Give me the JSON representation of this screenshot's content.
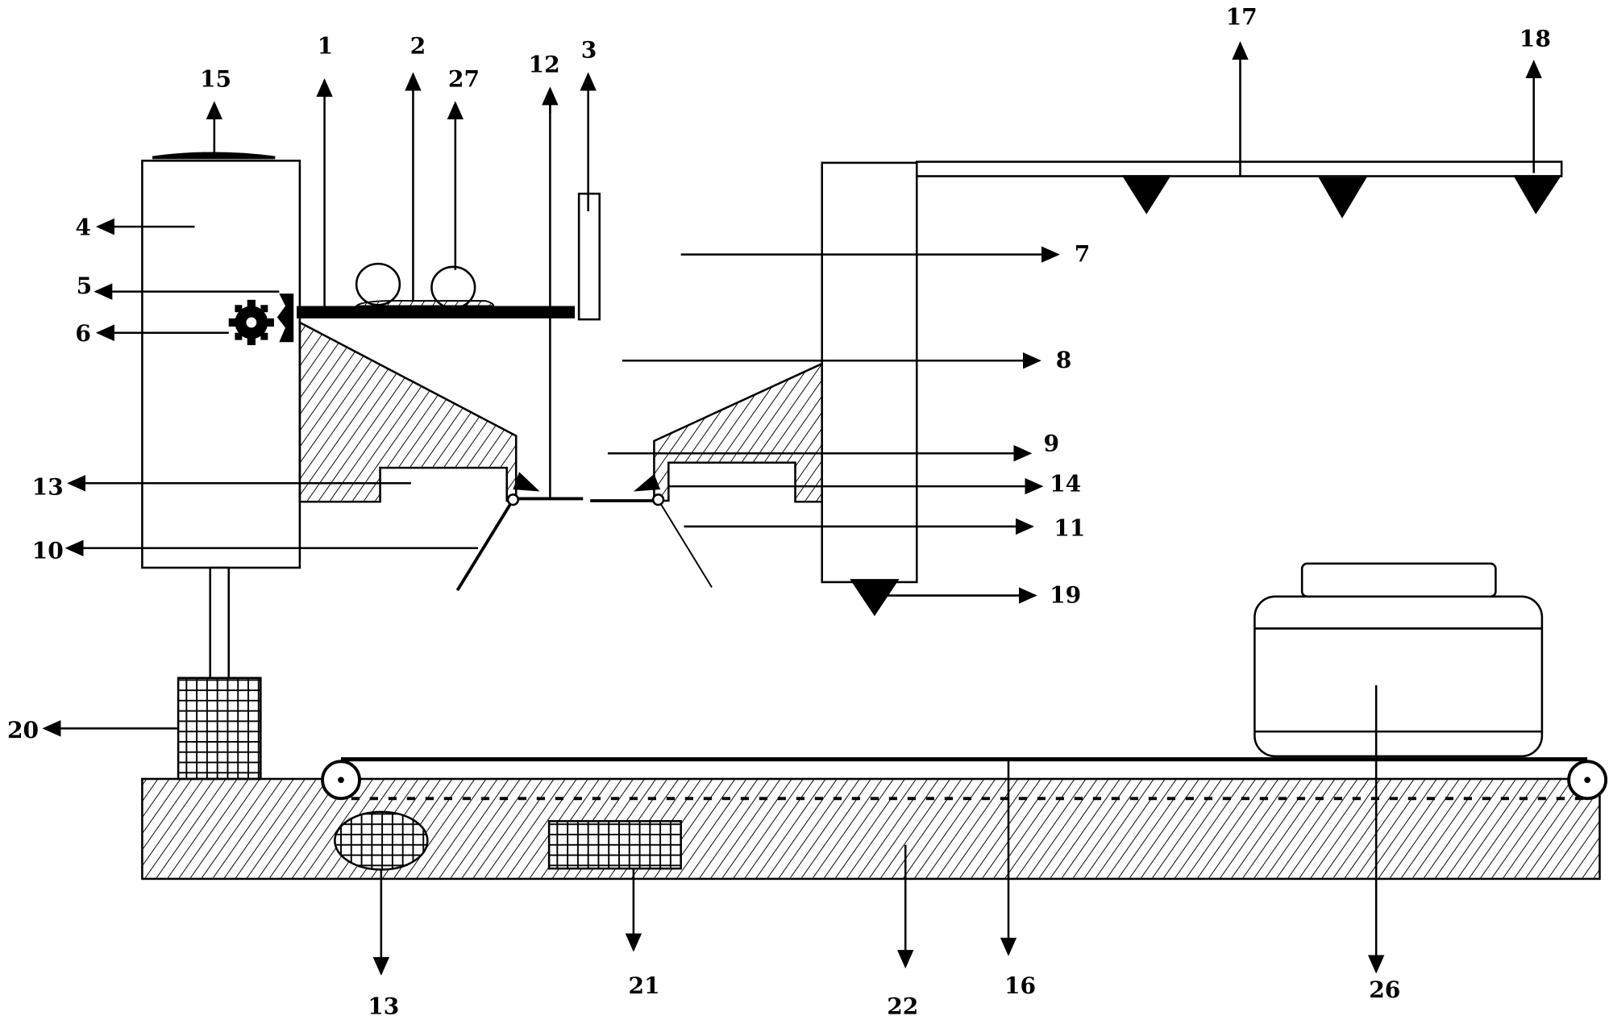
{
  "diagram": {
    "type": "patent mechanical schematic",
    "colors": {
      "ink": "#000000",
      "background": "#ffffff"
    },
    "labels": {
      "l1": "1",
      "l2": "2",
      "l3": "3",
      "l4": "4",
      "l5": "5",
      "l6": "6",
      "l7": "7",
      "l8": "8",
      "l9": "9",
      "l10": "10",
      "l11": "11",
      "l12": "12",
      "l13a": "13",
      "l13b": "13",
      "l14": "14",
      "l15": "15",
      "l16": "16",
      "l17": "17",
      "l18": "18",
      "l19": "19",
      "l20": "20",
      "l21": "21",
      "l22": "22",
      "l26": "26",
      "l27": "27"
    }
  }
}
